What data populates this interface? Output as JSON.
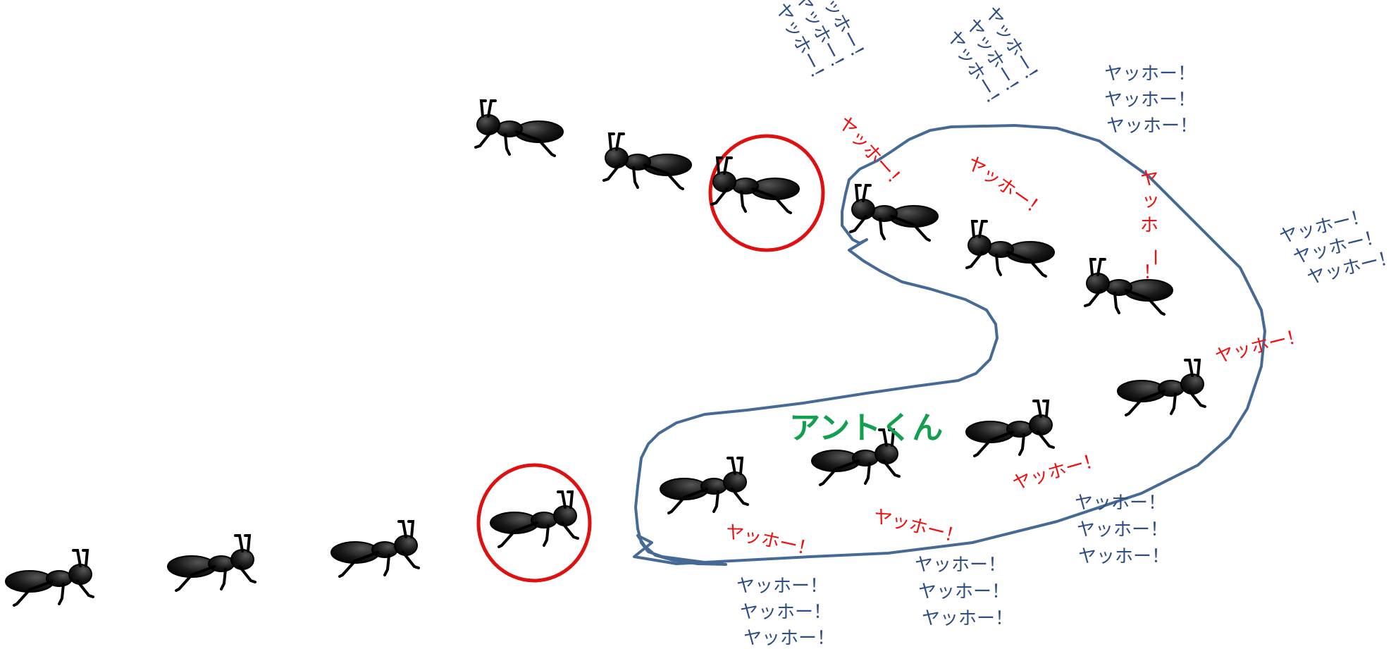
{
  "title_label": "アントくん",
  "shout": "ヤッホー！",
  "vertical_shout": [
    "ヤ",
    "ッ",
    "ホ",
    "ー",
    "！"
  ],
  "colors": {
    "outside_shout": "#2E4F86",
    "inside_shout": "#F01010",
    "title": "#12A050",
    "enclosure": "#466A96",
    "highlight_circle": "#E01010",
    "ant": "#111111"
  }
}
